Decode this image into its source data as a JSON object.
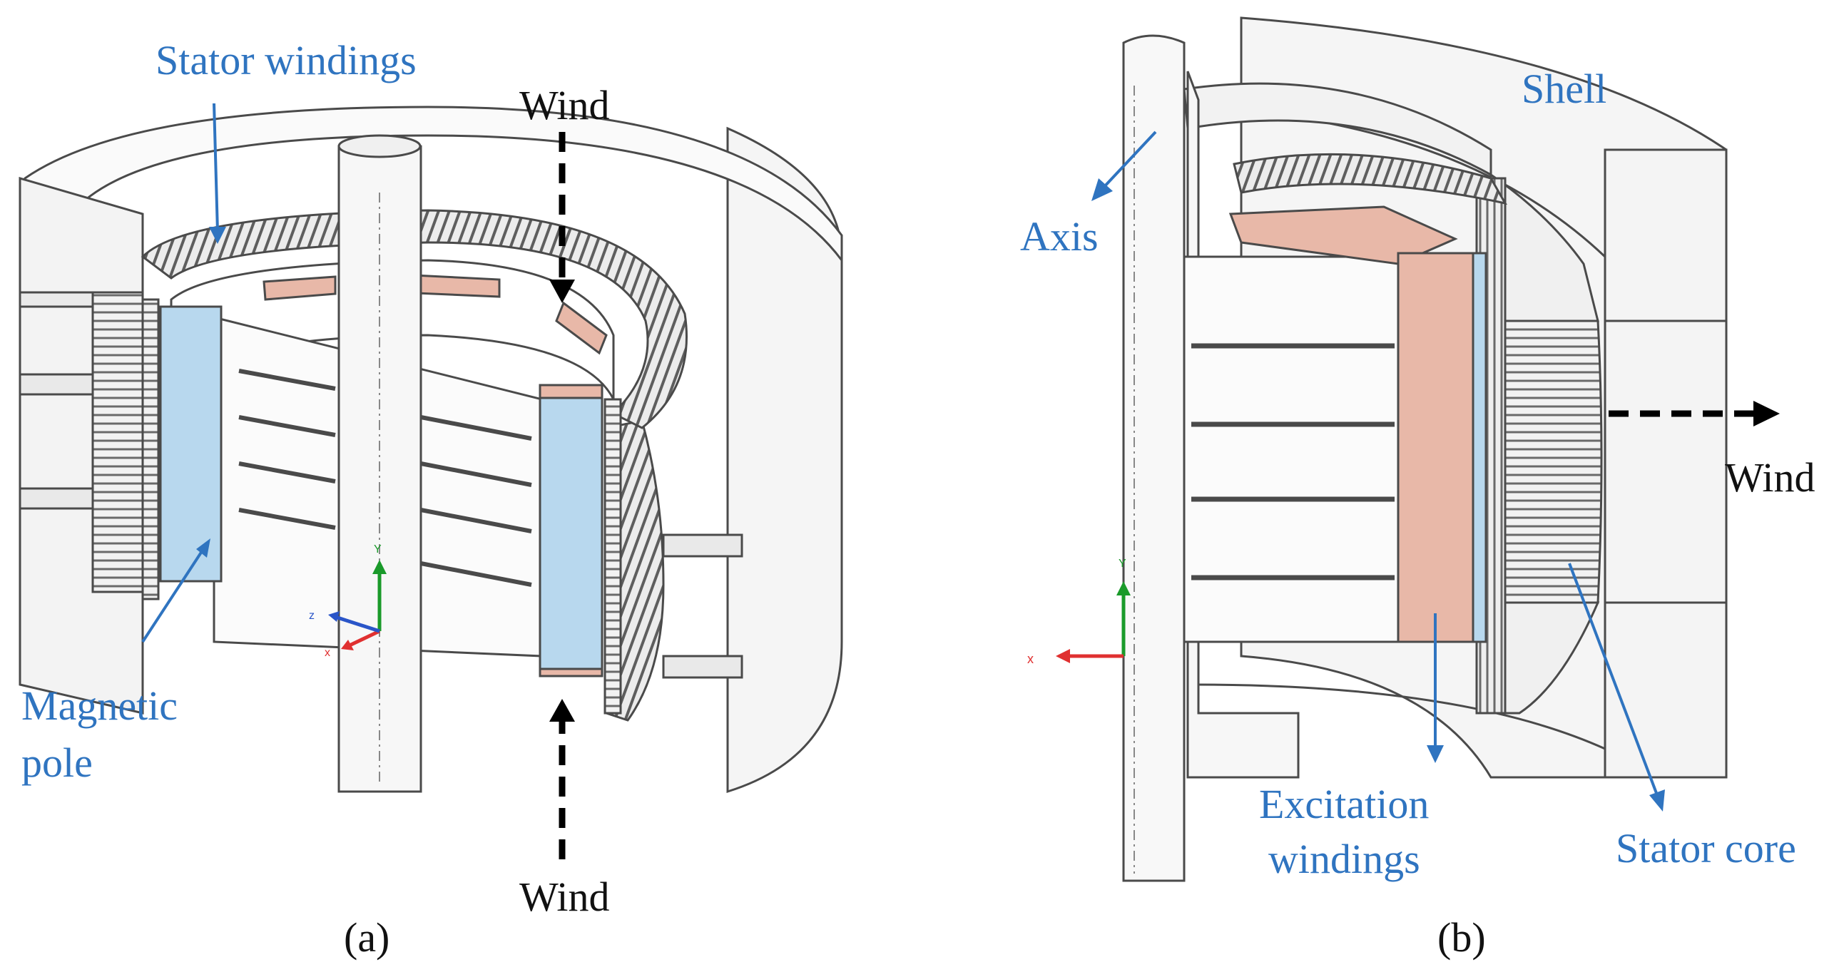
{
  "panel_a": {
    "caption": "(a)",
    "labels": {
      "stator_windings": "Stator windings",
      "wind_top": "Wind",
      "wind_bottom": "Wind",
      "magnetic_pole_1": "Magnetic",
      "magnetic_pole_2": "pole"
    },
    "axes": {
      "x": "x",
      "y": "Y",
      "z": "z"
    }
  },
  "panel_b": {
    "caption": "(b)",
    "labels": {
      "shell": "Shell",
      "axis": "Axis",
      "wind": "Wind",
      "excitation_1": "Excitation",
      "excitation_2": "windings",
      "stator_core": "Stator core"
    },
    "axes": {
      "x": "x",
      "y": "Y"
    }
  },
  "colors": {
    "label_blue": "#2f74c0",
    "pole_blue": "#b8d8ee",
    "copper": "#e8b8a8",
    "outline": "#4a4a4a",
    "surface": "#f4f4f4"
  }
}
